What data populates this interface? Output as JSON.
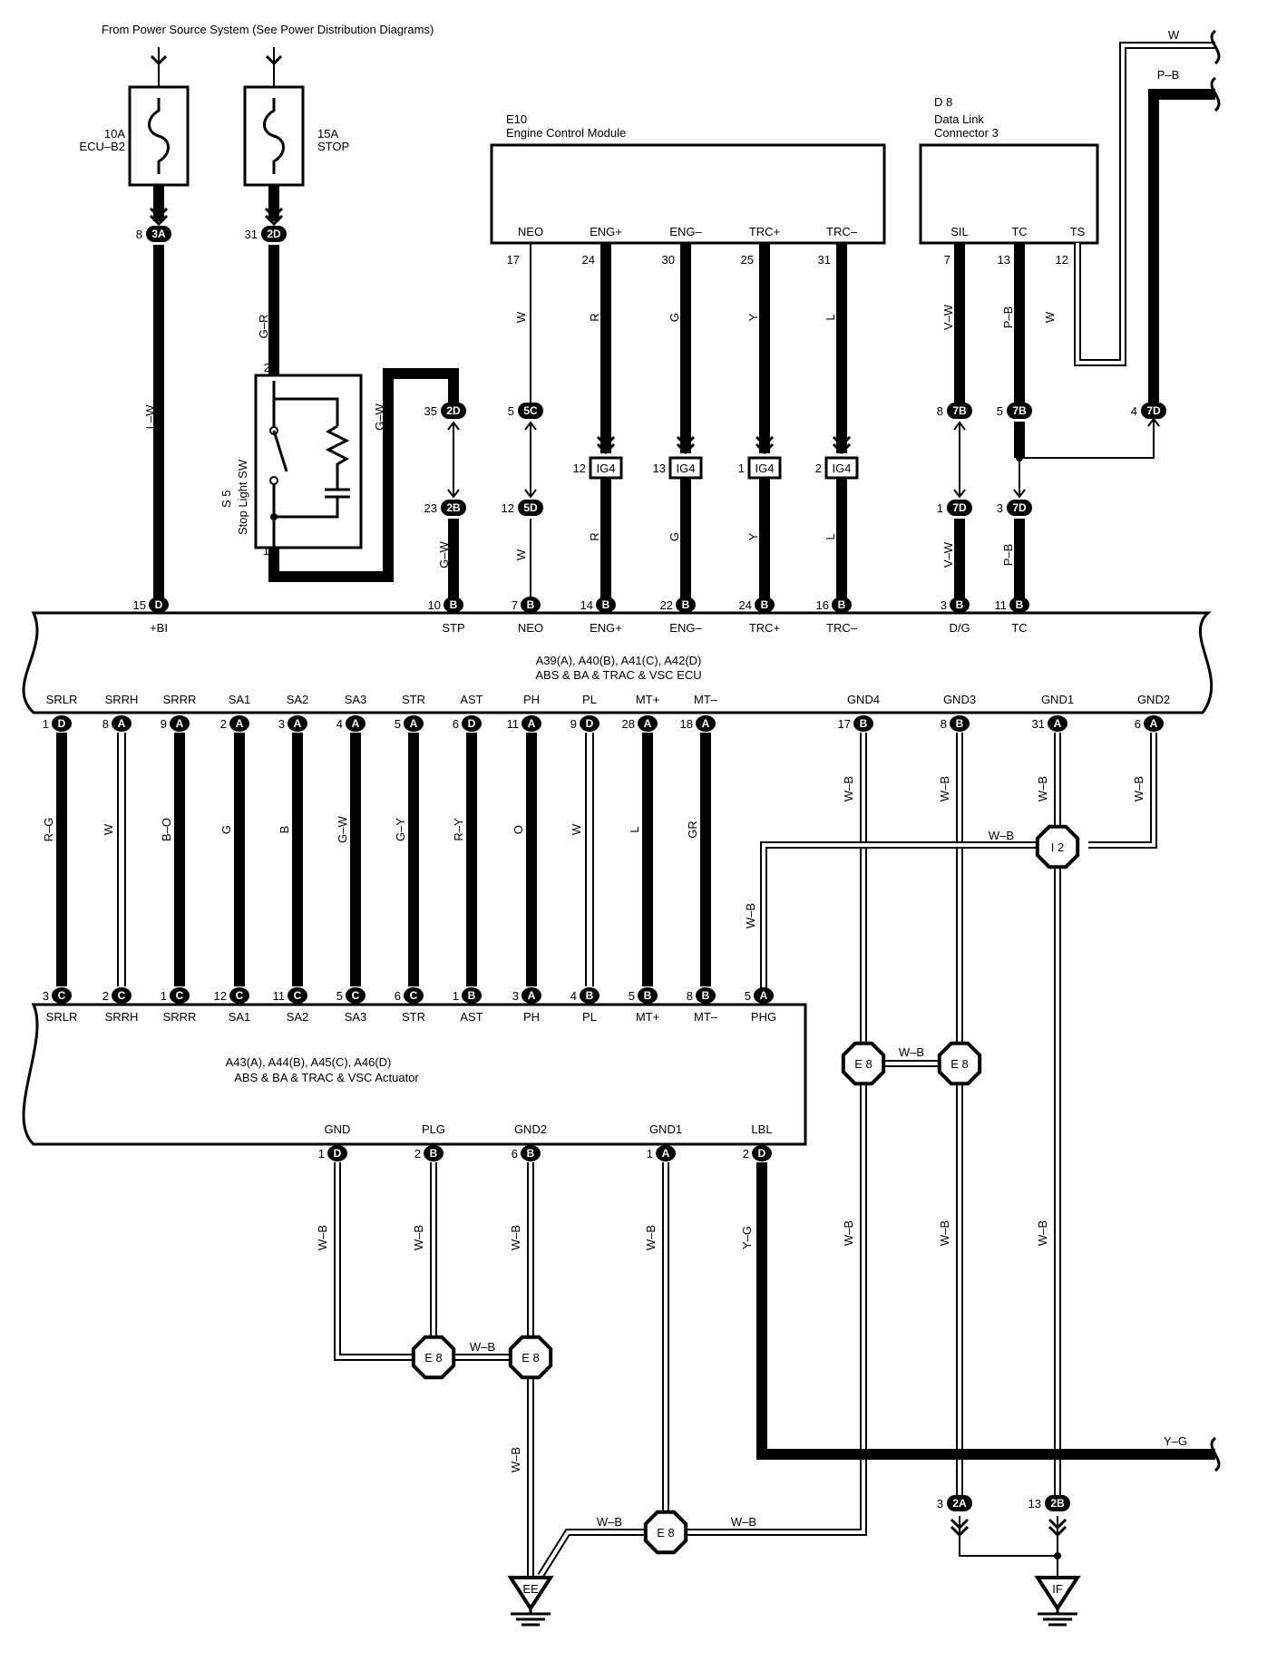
{
  "header": {
    "power_source": "From Power Source System (See Power Distribution Diagrams)"
  },
  "fuses": [
    {
      "rating": "10A",
      "name": "ECU–B2",
      "pin": "8",
      "conn": "3A",
      "wire": "L–W"
    },
    {
      "rating": "15A",
      "name": "STOP",
      "pin": "31",
      "conn": "2D",
      "wire": "G–R"
    }
  ],
  "stop_switch": {
    "id": "S 5",
    "name": "Stop Light SW",
    "pin_in": "2",
    "pin_out": "1",
    "wire_out": "G–W"
  },
  "engine_module": {
    "id": "E10",
    "name": "Engine Control Module",
    "terminals": [
      "NEO",
      "ENG+",
      "ENG–",
      "TRC+",
      "TRC–"
    ],
    "pins": [
      "17",
      "24",
      "30",
      "25",
      "31"
    ],
    "wires": [
      "W",
      "R",
      "G",
      "Y",
      "L"
    ],
    "ig4_pins": [
      "12",
      "13",
      "1",
      "2"
    ],
    "ig4_label": "IG4"
  },
  "data_link": {
    "id": "D 8",
    "name": "Data Link",
    "name2": "Connector 3",
    "terminals": [
      "SIL",
      "TC",
      "TS"
    ],
    "pins": [
      "7",
      "13",
      "12"
    ],
    "wires": [
      "V–W",
      "P–B",
      "W"
    ]
  },
  "inline_connectors": {
    "stp_top": {
      "pin": "35",
      "conn": "2D"
    },
    "stp_bottom": {
      "pin": "23",
      "conn": "2B"
    },
    "neo_top": {
      "pin": "5",
      "conn": "5C"
    },
    "neo_bottom": {
      "pin": "12",
      "conn": "5D"
    },
    "sil_top": {
      "pin": "8",
      "conn": "7B"
    },
    "sil_bottom": {
      "pin": "1",
      "conn": "7D"
    },
    "tc_top": {
      "pin": "5",
      "conn": "7B"
    },
    "tc_bottom": {
      "pin": "3",
      "conn": "7D"
    },
    "pb_in": {
      "pin": "4",
      "conn": "7D"
    }
  },
  "right_edge": {
    "w_label": "W",
    "pb_label": "P–B",
    "yg_label": "Y–G"
  },
  "ecu": {
    "title": "A39(A), A40(B), A41(C), A42(D)",
    "subtitle": "ABS & BA & TRAC & VSC ECU",
    "top_pins": [
      {
        "num": "15",
        "conn": "D",
        "label": "+BI",
        "wire": "L–W"
      },
      {
        "num": "10",
        "conn": "B",
        "label": "STP",
        "wire": "G–W"
      },
      {
        "num": "7",
        "conn": "B",
        "label": "NEO",
        "wire": "W"
      },
      {
        "num": "14",
        "conn": "B",
        "label": "ENG+",
        "wire": "R"
      },
      {
        "num": "22",
        "conn": "B",
        "label": "ENG–",
        "wire": "G"
      },
      {
        "num": "24",
        "conn": "B",
        "label": "TRC+",
        "wire": "Y"
      },
      {
        "num": "16",
        "conn": "B",
        "label": "TRC–",
        "wire": "L"
      },
      {
        "num": "3",
        "conn": "B",
        "label": "D/G",
        "wire": "V–W"
      },
      {
        "num": "11",
        "conn": "B",
        "label": "TC",
        "wire": "P–B"
      }
    ],
    "bottom_pins": [
      {
        "num": "1",
        "conn": "D",
        "label": "SRLR",
        "wire": "R–G"
      },
      {
        "num": "8",
        "conn": "A",
        "label": "SRRH",
        "wire": "W"
      },
      {
        "num": "9",
        "conn": "A",
        "label": "SRRR",
        "wire": "B–O"
      },
      {
        "num": "2",
        "conn": "A",
        "label": "SA1",
        "wire": "G"
      },
      {
        "num": "3",
        "conn": "A",
        "label": "SA2",
        "wire": "B"
      },
      {
        "num": "4",
        "conn": "A",
        "label": "SA3",
        "wire": "G–W"
      },
      {
        "num": "5",
        "conn": "A",
        "label": "STR",
        "wire": "G–Y"
      },
      {
        "num": "6",
        "conn": "D",
        "label": "AST",
        "wire": "R–Y"
      },
      {
        "num": "11",
        "conn": "A",
        "label": "PH",
        "wire": "O"
      },
      {
        "num": "9",
        "conn": "D",
        "label": "PL",
        "wire": "W"
      },
      {
        "num": "28",
        "conn": "A",
        "label": "MT+",
        "wire": "L"
      },
      {
        "num": "18",
        "conn": "A",
        "label": "MT–",
        "wire": "GR"
      }
    ],
    "gnd_pins": [
      {
        "num": "17",
        "conn": "B",
        "label": "GND4",
        "wire": "W–B"
      },
      {
        "num": "8",
        "conn": "B",
        "label": "GND3",
        "wire": "W–B"
      },
      {
        "num": "31",
        "conn": "A",
        "label": "GND1",
        "wire": "W–B"
      },
      {
        "num": "6",
        "conn": "A",
        "label": "GND2",
        "wire": "W–B"
      }
    ]
  },
  "actuator": {
    "title": "A43(A), A44(B), A45(C), A46(D)",
    "subtitle": "ABS & BA & TRAC & VSC Actuator",
    "top_pins": [
      {
        "num": "3",
        "conn": "C",
        "label": "SRLR"
      },
      {
        "num": "2",
        "conn": "C",
        "label": "SRRH"
      },
      {
        "num": "1",
        "conn": "C",
        "label": "SRRR"
      },
      {
        "num": "12",
        "conn": "C",
        "label": "SA1"
      },
      {
        "num": "11",
        "conn": "C",
        "label": "SA2"
      },
      {
        "num": "5",
        "conn": "C",
        "label": "SA3"
      },
      {
        "num": "6",
        "conn": "C",
        "label": "STR"
      },
      {
        "num": "1",
        "conn": "B",
        "label": "AST"
      },
      {
        "num": "3",
        "conn": "A",
        "label": "PH"
      },
      {
        "num": "4",
        "conn": "B",
        "label": "PL"
      },
      {
        "num": "5",
        "conn": "B",
        "label": "MT+"
      },
      {
        "num": "8",
        "conn": "B",
        "label": "MT–"
      },
      {
        "num": "5",
        "conn": "A",
        "label": "PHG"
      }
    ],
    "phg_wire": "W–B",
    "bottom_pins": [
      {
        "num": "1",
        "conn": "D",
        "label": "GND",
        "wire": "W–B"
      },
      {
        "num": "2",
        "conn": "B",
        "label": "PLG",
        "wire": "W–B"
      },
      {
        "num": "6",
        "conn": "B",
        "label": "GND2",
        "wire": "W–B"
      },
      {
        "num": "1",
        "conn": "A",
        "label": "GND1",
        "wire": "W–B"
      },
      {
        "num": "2",
        "conn": "D",
        "label": "LBL",
        "wire": "Y–G"
      }
    ]
  },
  "junctions": {
    "i2": "I 2",
    "e8": "E 8",
    "wb": "W–B"
  },
  "bottom_conns": {
    "left": {
      "pin": "3",
      "conn": "2A"
    },
    "right": {
      "pin": "13",
      "conn": "2B"
    }
  },
  "grounds": {
    "left": "EE",
    "right": "IF"
  }
}
